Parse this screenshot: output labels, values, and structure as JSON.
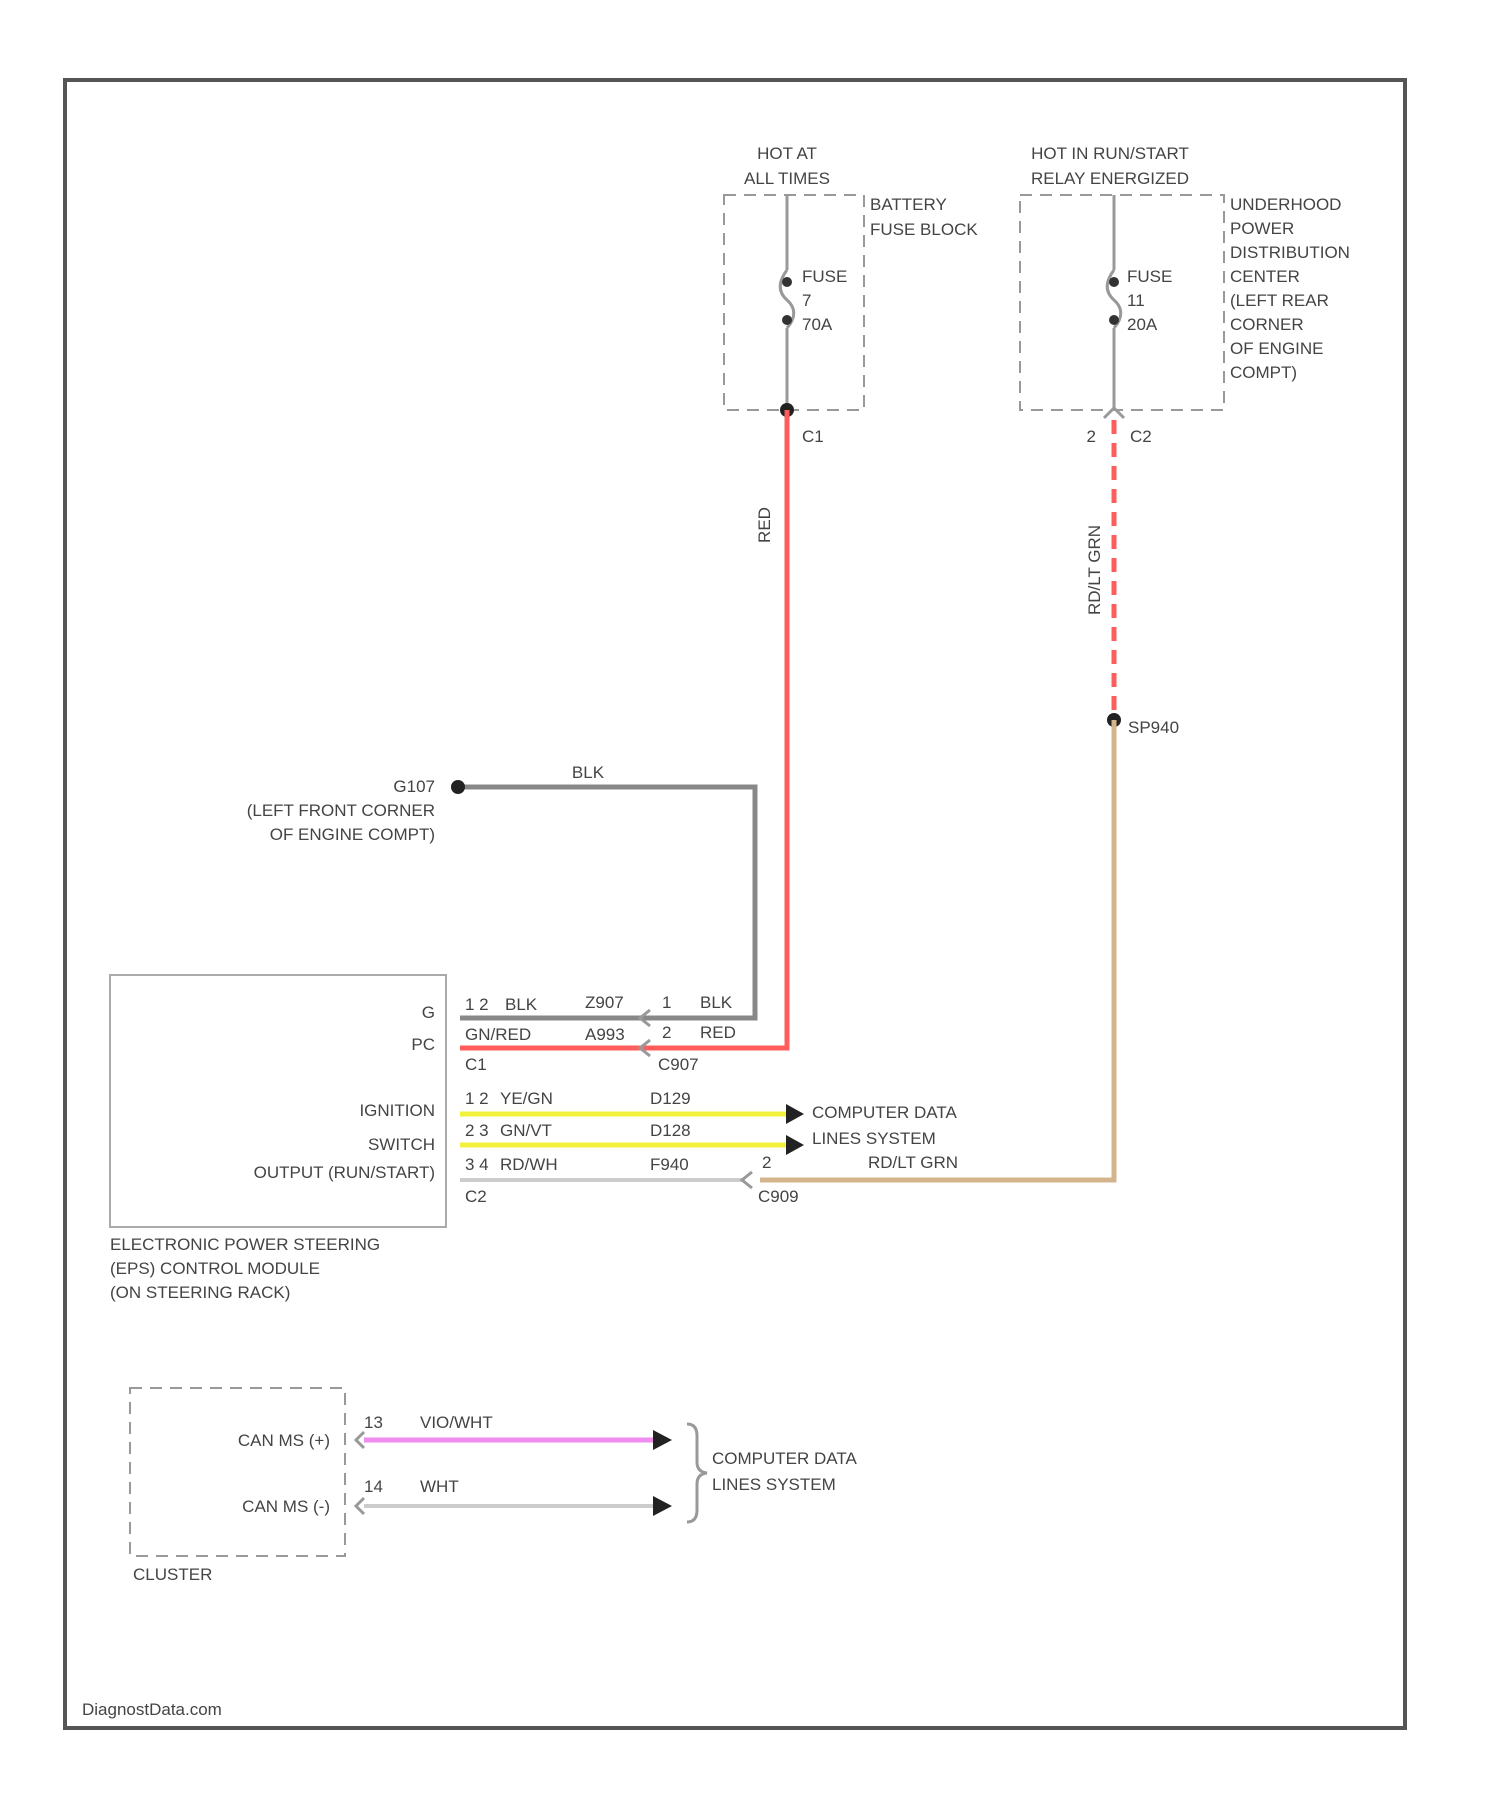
{
  "colors": {
    "frame": "#555555",
    "wire_red": "#ff5c5c",
    "wire_black": "#888888",
    "wire_yellow": "#f2f23c",
    "wire_tan": "#d4b48c",
    "wire_violet": "#ef8cef",
    "wire_white": "#cccccc"
  },
  "fuse_block_battery": {
    "supply_l1": "HOT AT",
    "supply_l2": "ALL TIMES",
    "name_l1": "BATTERY",
    "name_l2": "FUSE BLOCK",
    "fuse_l1": "FUSE",
    "fuse_l2": "7",
    "fuse_l3": "70A",
    "connector": "C1"
  },
  "fuse_block_underhood": {
    "supply_l1": "HOT IN RUN/START",
    "supply_l2": "RELAY ENERGIZED",
    "name_l1": "UNDERHOOD",
    "name_l2": "POWER",
    "name_l3": "DISTRIBUTION",
    "name_l4": "CENTER",
    "name_l5": "(LEFT REAR",
    "name_l6": "CORNER",
    "name_l7": "OF ENGINE",
    "name_l8": "COMPT)",
    "fuse_l1": "FUSE",
    "fuse_l2": "11",
    "fuse_l3": "20A",
    "pin": "2",
    "connector": "C2"
  },
  "wires": {
    "red_color": "RED",
    "tan_color": "RD/LT GRN",
    "splice": "SP940",
    "ground_color": "BLK"
  },
  "ground": {
    "id": "G107",
    "loc_l1": "(LEFT FRONT CORNER",
    "loc_l2": "OF ENGINE COMPT)"
  },
  "eps_module": {
    "pin_ground": "G",
    "pin_power": "PC",
    "pin_ignition_1": "IGNITION",
    "pin_ignition_2": "SWITCH",
    "pin_ignition_3": "OUTPUT (RUN/START)",
    "connector_c1": "C1",
    "connector_c2": "C2",
    "row1_pin": "1 2",
    "row1_color": "BLK",
    "row2_color": "GN/RED",
    "row3_pin": "1 2",
    "row3_color": "YE/GN",
    "row4_pin": "2 3",
    "row4_color": "GN/VT",
    "row5_pin": "3 4",
    "row5_color": "RD/WH",
    "inline_c1": "Z907",
    "inline_c2": "A993",
    "inline_c3": "D129",
    "inline_c4": "D128",
    "inline_c5": "F940",
    "far_pin1": "1",
    "far_color1": "BLK",
    "far_pin2": "2",
    "far_color2": "RED",
    "far_pin3": "2",
    "far_color3": "RD/LT GRN",
    "inline_connector_a": "C907",
    "inline_connector_b": "C909",
    "name_l1": "ELECTRONIC POWER STEERING",
    "name_l2": "(EPS) CONTROL MODULE",
    "name_l3": "(ON STEERING RACK)"
  },
  "data_lines_eps": {
    "l1": "COMPUTER DATA",
    "l2": "LINES SYSTEM"
  },
  "cluster": {
    "pin1_label": "CAN MS (+)",
    "pin2_label": "CAN MS (-)",
    "pin1_num": "13",
    "pin2_num": "14",
    "wire1_color": "VIO/WHT",
    "wire2_color": "WHT",
    "name": "CLUSTER"
  },
  "data_lines_cluster": {
    "l1": "COMPUTER DATA",
    "l2": "LINES SYSTEM"
  },
  "footer": {
    "watermark": "DiagnostData.com"
  }
}
